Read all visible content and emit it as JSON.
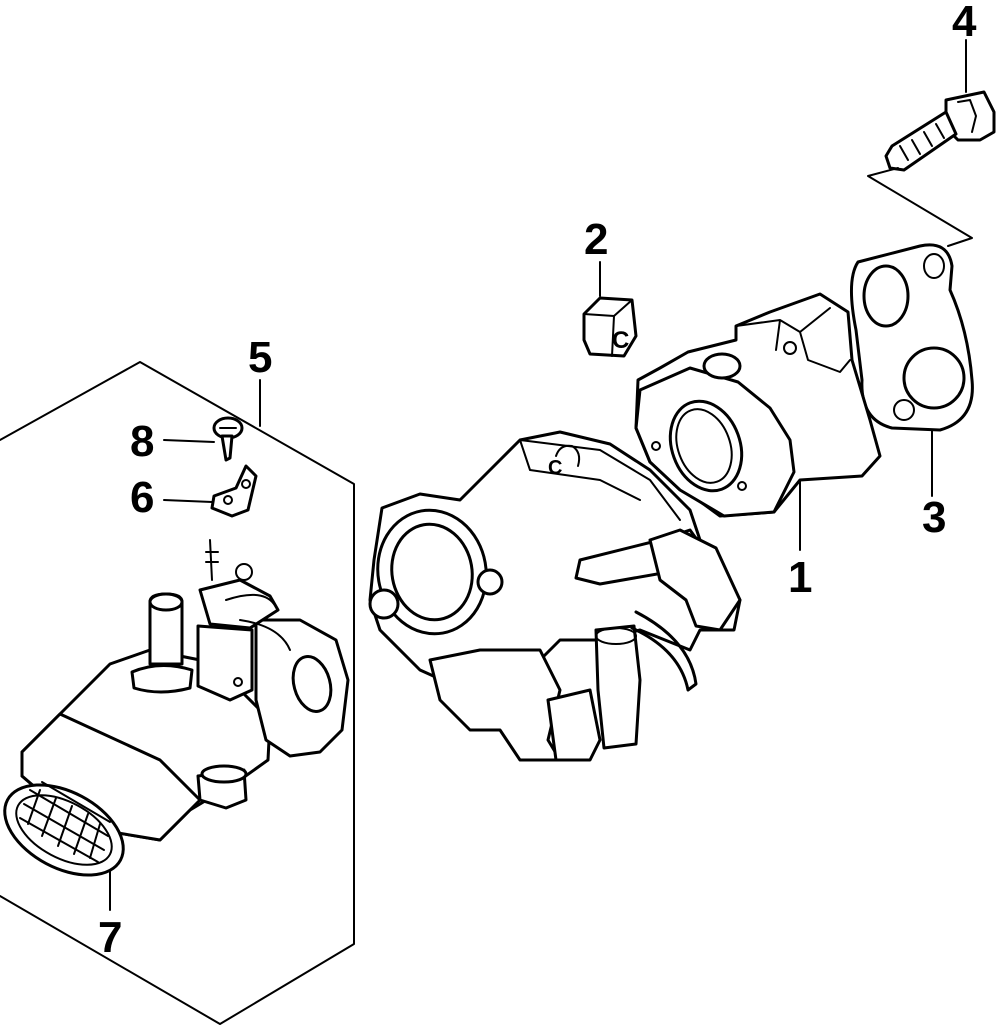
{
  "callouts": {
    "c1": "1",
    "c2": "2",
    "c3": "3",
    "c4": "4",
    "c5": "5",
    "c6": "6",
    "c7": "7",
    "c8": "8"
  },
  "part_2_marking": "C",
  "carb_top_marking": "C"
}
